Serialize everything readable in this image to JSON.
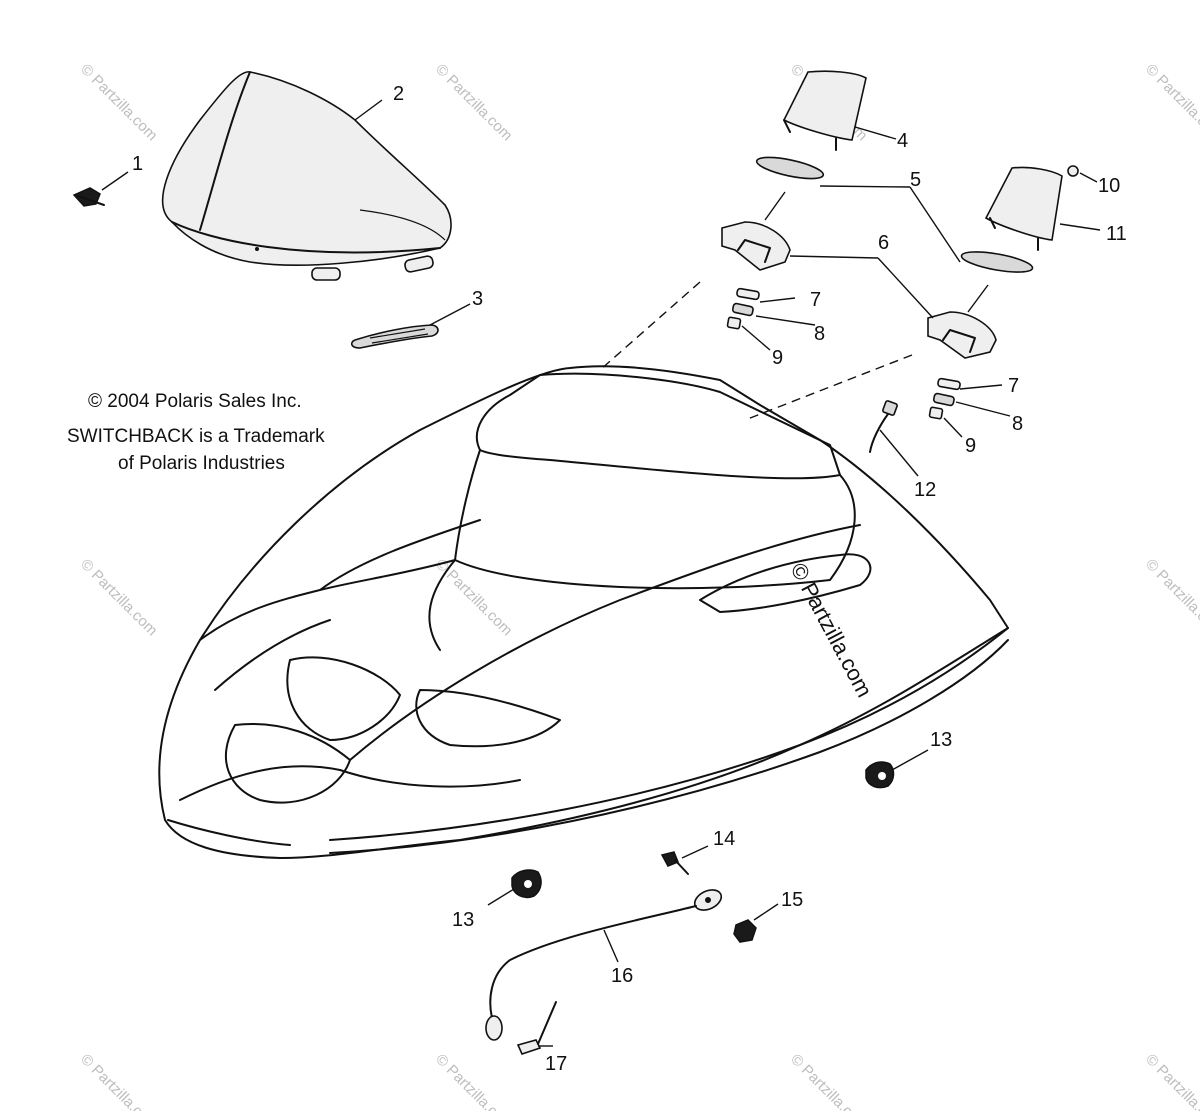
{
  "notes": {
    "copyright": "© 2004 Polaris Sales Inc.",
    "trademark_line1": "SWITCHBACK is a Trademark",
    "trademark_line2": "of Polaris Industries"
  },
  "watermark": {
    "text": "© Partzilla.com",
    "center_text": "© Partzilla.com",
    "color": "#bdbdbd"
  },
  "callouts": {
    "c1": "1",
    "c2": "2",
    "c3": "3",
    "c4": "4",
    "c5": "5",
    "c6": "6",
    "c7a": "7",
    "c8a": "8",
    "c9a": "9",
    "c10": "10",
    "c11": "11",
    "c7b": "7",
    "c8b": "8",
    "c9b": "9",
    "c12": "12",
    "c13a": "13",
    "c13b": "13",
    "c14": "14",
    "c15": "15",
    "c16": "16",
    "c17": "17"
  }
}
